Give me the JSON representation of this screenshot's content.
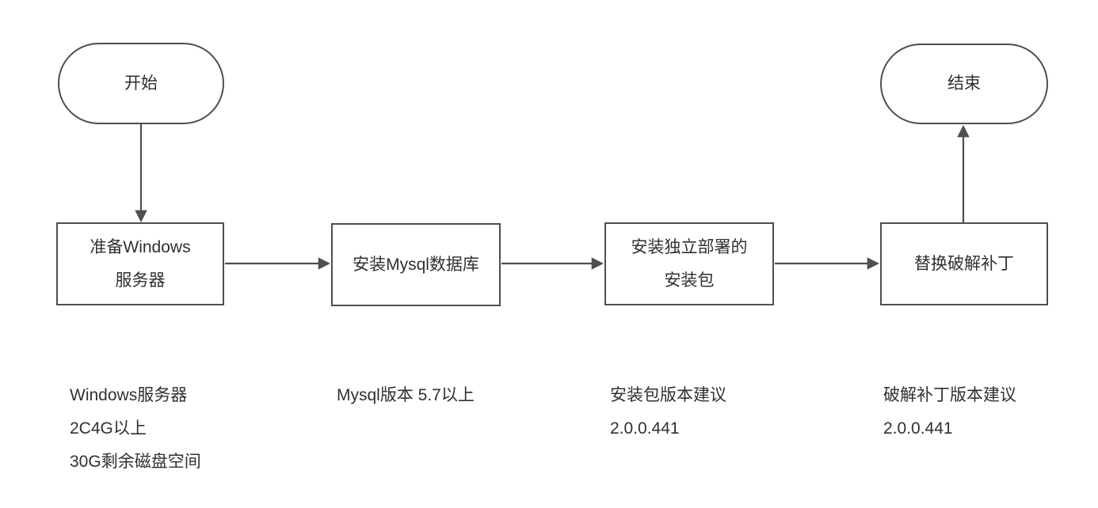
{
  "diagram": {
    "start": {
      "label": "开始"
    },
    "end": {
      "label": "结束"
    },
    "steps": [
      {
        "lines": [
          "准备Windows",
          "服务器"
        ]
      },
      {
        "lines": [
          "安装Mysql数据库"
        ]
      },
      {
        "lines": [
          "安装独立部署的",
          "安装包"
        ]
      },
      {
        "lines": [
          "替换破解补丁"
        ]
      }
    ],
    "notes": [
      {
        "lines": [
          "Windows服务器",
          "2C4G以上",
          "30G剩余磁盘空间"
        ]
      },
      {
        "lines": [
          "Mysql版本 5.7以上"
        ]
      },
      {
        "lines": [
          "安装包版本建议",
          "2.0.0.441"
        ]
      },
      {
        "lines": [
          "破解补丁版本建议",
          "2.0.0.441"
        ]
      }
    ],
    "edges": [
      "start-to-step1",
      "step1-to-step2",
      "step2-to-step3",
      "step3-to-step4",
      "step4-to-end"
    ],
    "colors": {
      "stroke": "#4f4f4f",
      "text": "#303030",
      "background": "#ffffff"
    }
  }
}
